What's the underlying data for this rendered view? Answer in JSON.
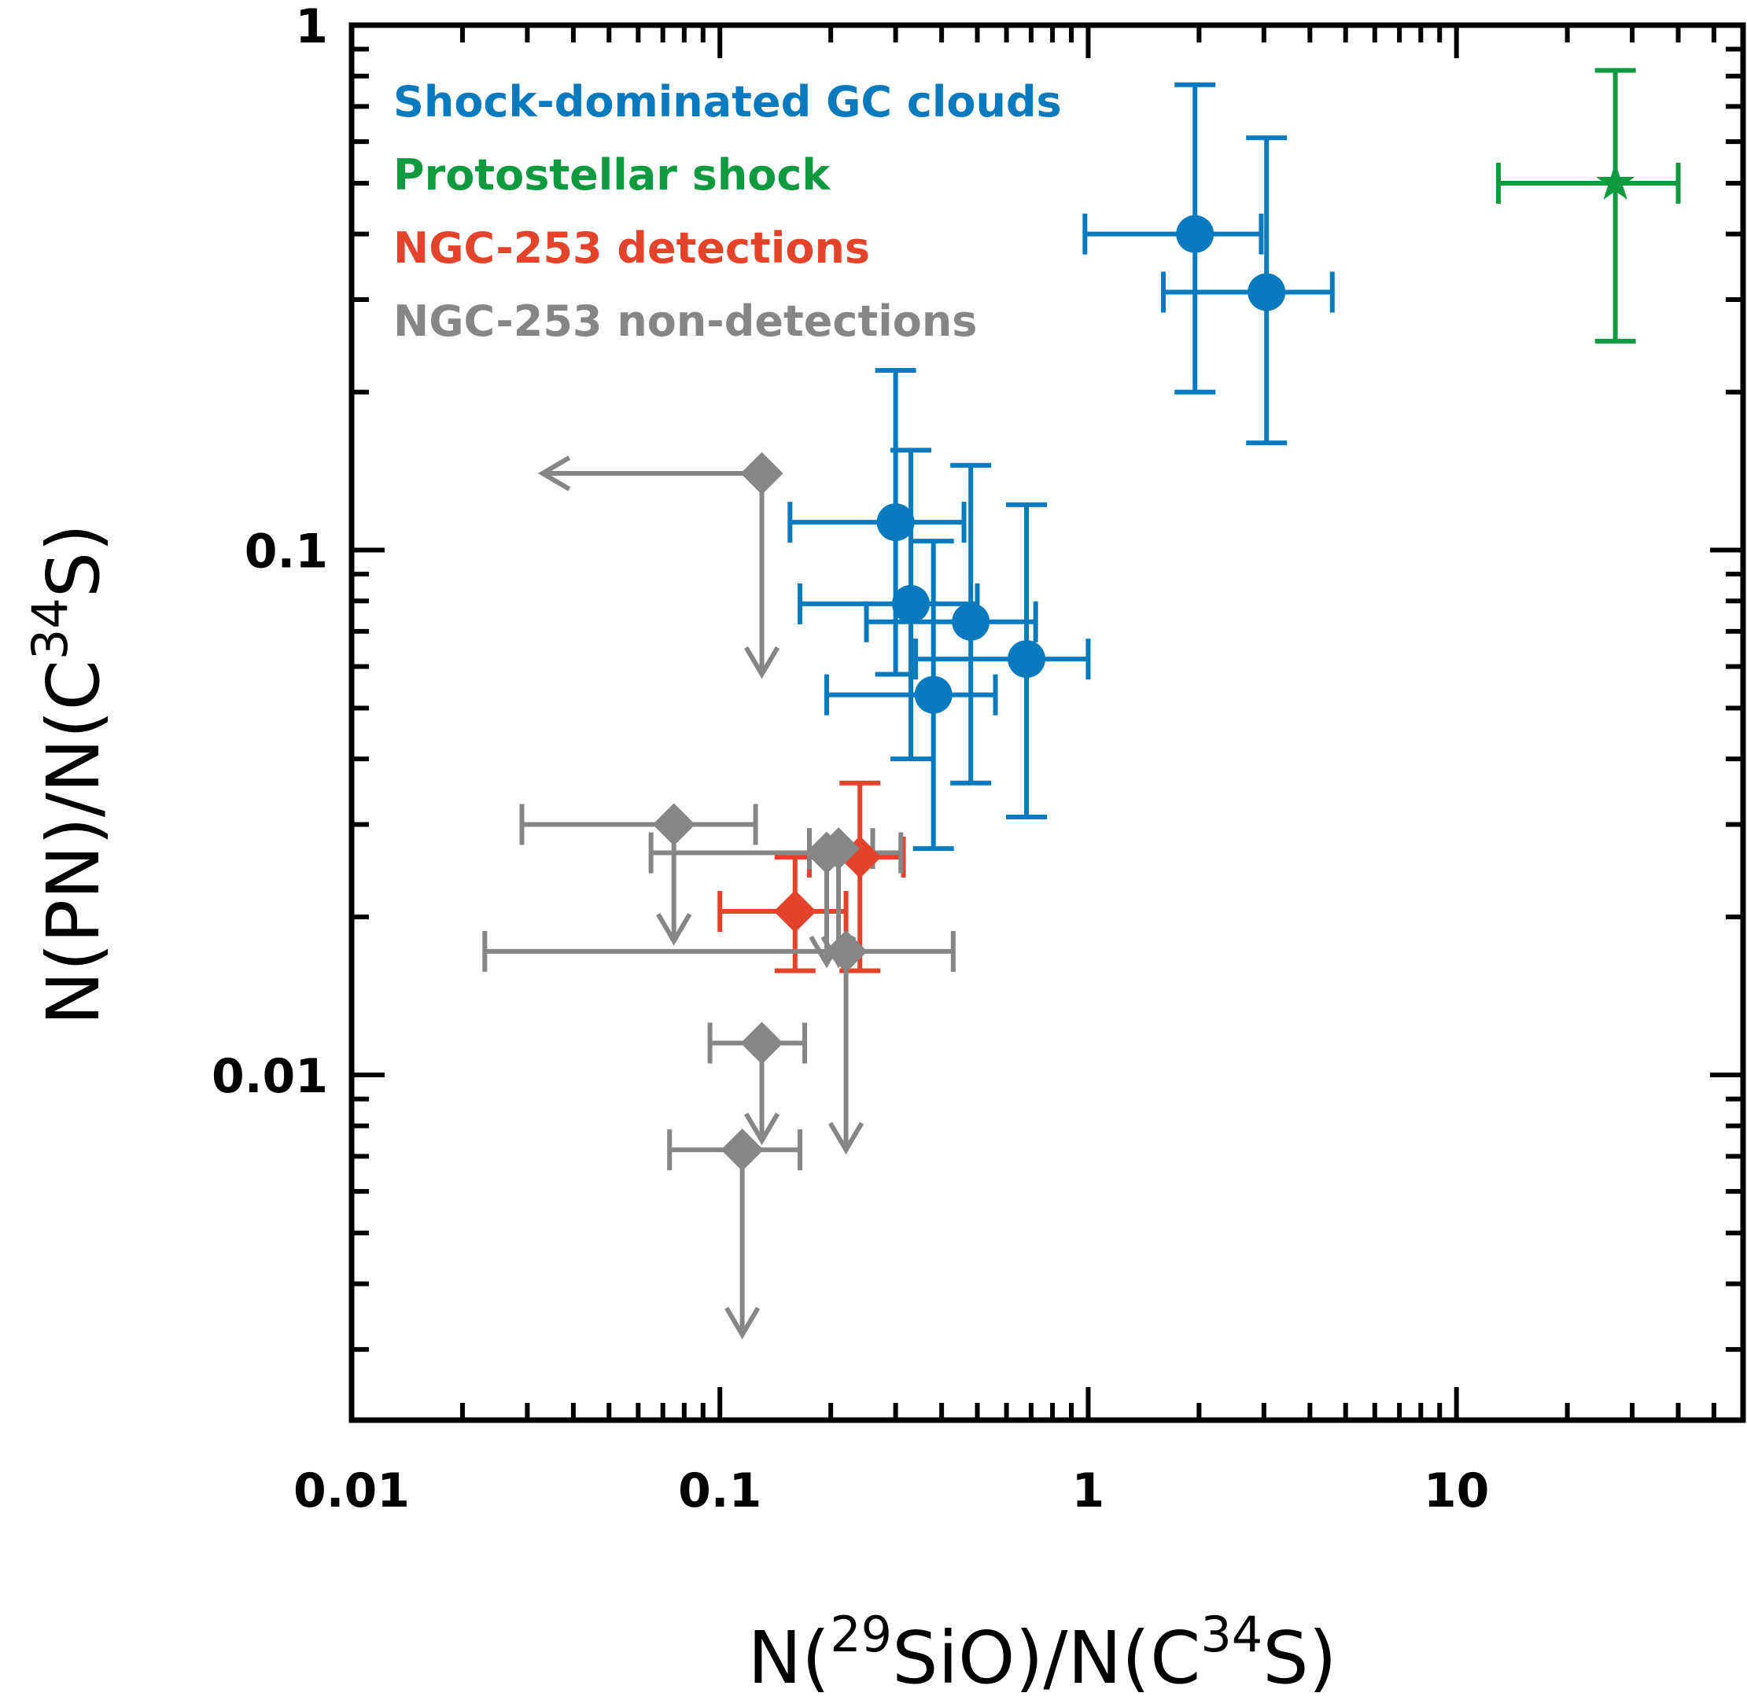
{
  "chart_data": {
    "type": "scatter",
    "xlabel": {
      "pre": "N(",
      "sup": "29",
      "mid": "SiO)/N(C",
      "sup2": "34",
      "post": "S)"
    },
    "ylabel": {
      "pre": "N(PN)/N(C",
      "sup": "34",
      "post": "S)"
    },
    "xscale": "log",
    "yscale": "log",
    "xlim": [
      0.01,
      60
    ],
    "ylim": [
      0.0022,
      1
    ],
    "x_tick_labels": [
      "0.01",
      "0.1",
      "1",
      "10"
    ],
    "y_tick_labels": [
      "0.01",
      "0.1",
      "1"
    ],
    "grid": false,
    "legend_position": "top-left",
    "series": [
      {
        "name": "Shock-dominated GC clouds",
        "color": "#0a7abf",
        "marker": "circle",
        "points": [
          {
            "x": 1.95,
            "y": 0.4,
            "xerr": [
              0.98,
              2.95
            ],
            "yerr": [
              0.2,
              0.77
            ]
          },
          {
            "x": 3.05,
            "y": 0.31,
            "xerr": [
              1.6,
              4.6
            ],
            "yerr": [
              0.16,
              0.61
            ]
          },
          {
            "x": 0.3,
            "y": 0.113,
            "xerr": [
              0.155,
              0.46
            ],
            "yerr": [
              0.058,
              0.22
            ]
          },
          {
            "x": 0.33,
            "y": 0.079,
            "xerr": [
              0.165,
              0.5
            ],
            "yerr": [
              0.04,
              0.155
            ]
          },
          {
            "x": 0.48,
            "y": 0.073,
            "xerr": [
              0.25,
              0.72
            ],
            "yerr": [
              0.036,
              0.145
            ]
          },
          {
            "x": 0.68,
            "y": 0.062,
            "xerr": [
              0.34,
              1.0
            ],
            "yerr": [
              0.031,
              0.122
            ]
          },
          {
            "x": 0.38,
            "y": 0.053,
            "xerr": [
              0.195,
              0.56
            ],
            "yerr": [
              0.027,
              0.104
            ]
          }
        ]
      },
      {
        "name": "Protostellar shock",
        "color": "#0f9a40",
        "marker": "star",
        "points": [
          {
            "x": 27,
            "y": 0.5,
            "xerr": [
              13,
              40
            ],
            "yerr": [
              0.25,
              0.82
            ]
          }
        ]
      },
      {
        "name": "NGC-253 detections",
        "color": "#e2432a",
        "marker": "diamond",
        "points": [
          {
            "x": 0.24,
            "y": 0.026,
            "xerr": [
              0.175,
              0.315
            ],
            "yerr": [
              0.0158,
              0.036
            ]
          },
          {
            "x": 0.16,
            "y": 0.0205,
            "xerr": [
              0.1,
              0.22
            ],
            "yerr": [
              0.0158,
              0.026
            ]
          }
        ]
      },
      {
        "name": "NGC-253 non-detections",
        "color": "#868686",
        "marker": "diamond",
        "upper_limits": true,
        "points": [
          {
            "x": 0.13,
            "y": 0.14,
            "xerr": null,
            "y_arrow_to": 0.058,
            "x_arrow_to": 0.033
          },
          {
            "x": 0.075,
            "y": 0.03,
            "xerr": [
              0.029,
              0.125
            ],
            "y_arrow_to": 0.018
          },
          {
            "x": 0.195,
            "y": 0.0265,
            "xerr": [
              0.065,
              0.31
            ],
            "y_arrow_to": 0.0163
          },
          {
            "x": 0.21,
            "y": 0.027,
            "xerr": [
              0.175,
              0.26
            ],
            "y_arrow_to": 0.0163
          },
          {
            "x": 0.22,
            "y": 0.0172,
            "xerr": [
              0.023,
              0.43
            ],
            "y_arrow_to": 0.0072
          },
          {
            "x": 0.13,
            "y": 0.0115,
            "xerr": [
              0.094,
              0.17
            ],
            "y_arrow_to": 0.0075
          },
          {
            "x": 0.115,
            "y": 0.0072,
            "xerr": [
              0.073,
              0.165
            ],
            "y_arrow_to": 0.0032
          }
        ]
      }
    ]
  }
}
